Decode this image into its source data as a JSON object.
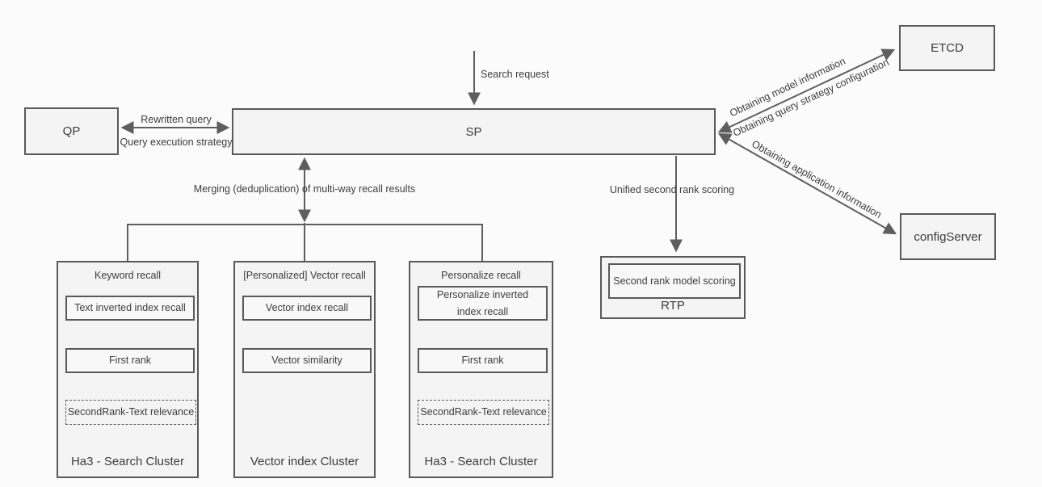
{
  "colors": {
    "background": "#fbfbfb",
    "box-fill": "#f4f4f4",
    "inner-fill": "#f8f8f8",
    "border": "#595959",
    "line": "#5e5e5e",
    "text": "#3d3d3d"
  },
  "nodes": {
    "qp": {
      "label": "QP"
    },
    "sp": {
      "label": "SP"
    },
    "etcd": {
      "label": "ETCD"
    },
    "config_server": {
      "label": "configServer"
    },
    "rtp": {
      "label": "RTP",
      "inner_box": "Second rank model scoring"
    }
  },
  "edge_labels": {
    "search_request": "Search request",
    "rewritten_query": "Rewritten query",
    "query_execution_strategy": "Query execution strategy",
    "obtaining_model_information": "Obtaining model information",
    "obtaining_query_strategy_configuration": "Obtaining query strategy configuration",
    "obtaining_application_information": "Obtaining application information",
    "merging_results": "Merging (deduplication) of multi-way recall results",
    "unified_second_rank_scoring": "Unified second rank scoring"
  },
  "clusters": [
    {
      "title": "Keyword recall",
      "steps": [
        "Text inverted index recall",
        "First rank"
      ],
      "dashed_step": "SecondRank-Text relevance",
      "footer": "Ha3 - Search Cluster"
    },
    {
      "title": "[Personalized] Vector recall",
      "steps": [
        "Vector index recall",
        "Vector similarity"
      ],
      "footer": "Vector index Cluster"
    },
    {
      "title": "Personalize recall",
      "steps": [
        "Personalize inverted index recall",
        "First rank"
      ],
      "dashed_step": "SecondRank-Text relevance",
      "footer": "Ha3 - Search Cluster"
    }
  ]
}
